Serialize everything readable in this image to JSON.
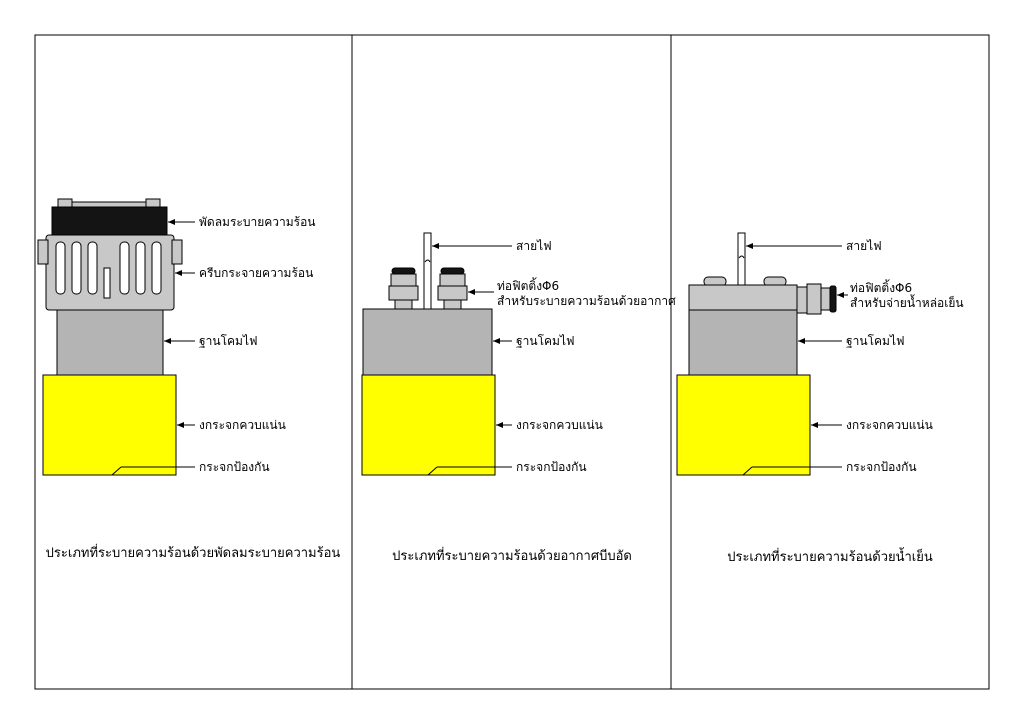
{
  "panels": [
    {
      "caption": "ประเภทที่ระบายความร้อนด้วยพัดลมระบายความร้อน",
      "labels": {
        "fan": "พัดลมระบายความร้อน",
        "fins": "ครีบกระจายความร้อน",
        "base": "ฐานโคมไฟ",
        "glass_holder": "งกระจกควบแน่น",
        "glass": "กระจกป้องกัน"
      }
    },
    {
      "caption": "ประเภทที่ระบายความร้อนด้วยอากาศบีบอัด",
      "labels": {
        "cable": "สายไฟ",
        "fitting": "ท่อฟิตติ้งΦ6",
        "fitting_note": "สำหรับระบายความร้อนด้วยอากาศ",
        "base": "ฐานโคมไฟ",
        "glass_holder": "งกระจกควบแน่น",
        "glass": "กระจกป้องกัน"
      }
    },
    {
      "caption": "ประเภทที่ระบายความร้อนด้วยน้ำเย็น",
      "labels": {
        "cable": "สายไฟ",
        "fitting": "ท่อฟิตติ้งΦ6",
        "fitting_note": "สำหรับจ่ายน้ำหล่อเย็น",
        "base": "ฐานโคมไฟ",
        "glass_holder": "งกระจกควบแน่น",
        "glass": "กระจกป้องกัน"
      }
    }
  ],
  "colors": {
    "yellow": "#ffff00",
    "body_gray": "#b4b4b4",
    "fin_gray": "#c8c8c8",
    "fan_black": "#141414",
    "outline": "#000000"
  }
}
